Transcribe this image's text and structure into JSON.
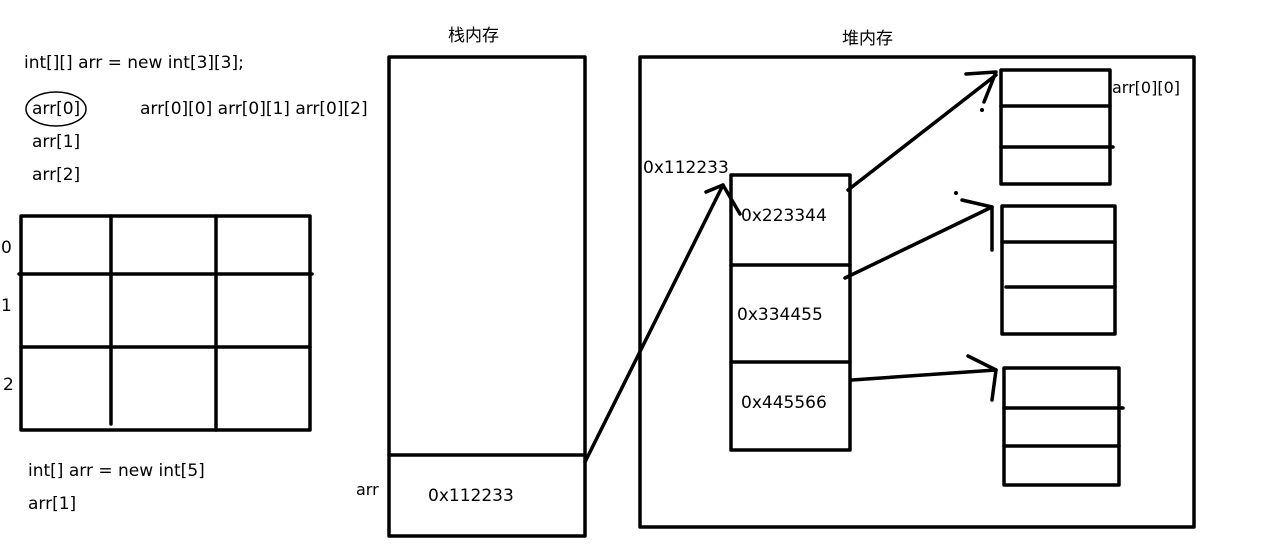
{
  "code": {
    "decl2d": "int[][] arr = new int[3][3];",
    "row0": "arr[0]",
    "row1": "arr[1]",
    "row2": "arr[2]",
    "elements": "arr[0][0] arr[0][1] arr[0][2]",
    "decl1d": "int[] arr = new int[5]",
    "elem1d": "arr[1]"
  },
  "grid": {
    "row_labels": [
      "0",
      "1",
      "2"
    ]
  },
  "stack": {
    "title": "栈内存",
    "var_name": "arr",
    "value": "0x112233"
  },
  "heap": {
    "title": "堆内存",
    "outer_address": "0x112233",
    "outer_cells": [
      "0x223344",
      "0x334455",
      "0x445566"
    ],
    "first_cell_label": "arr[0][0]"
  },
  "colors": {
    "line": "#000000",
    "background": "#ffffff"
  }
}
